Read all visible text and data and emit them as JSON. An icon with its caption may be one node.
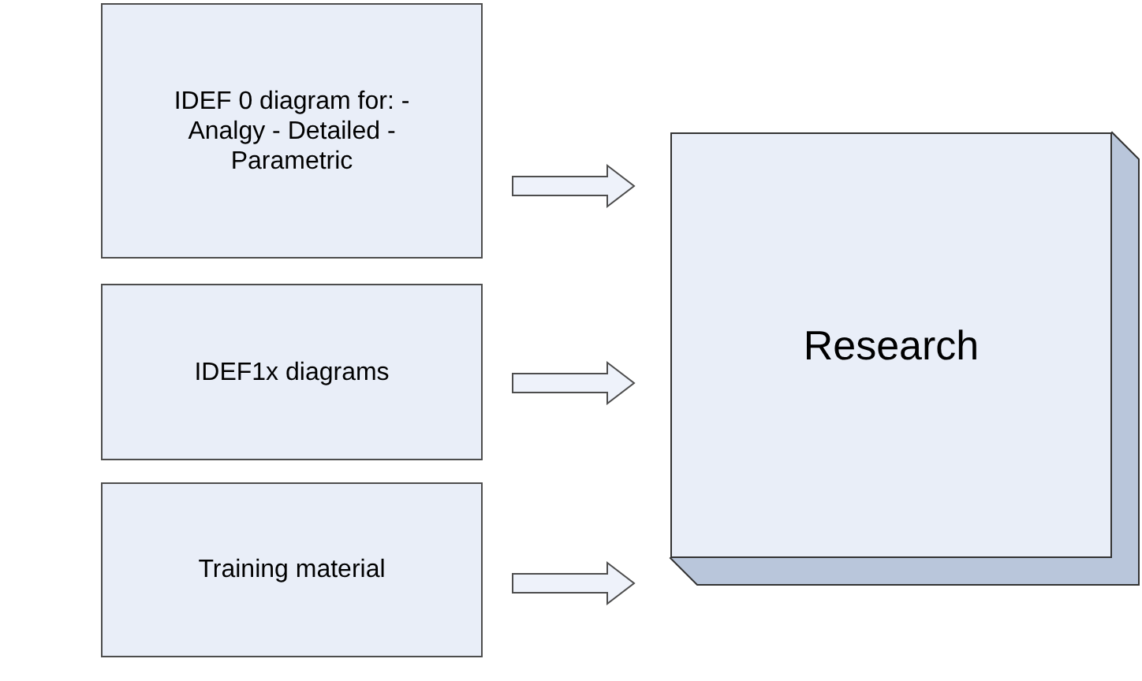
{
  "diagram": {
    "nodes": [
      {
        "text": [
          "IDEF 0 diagram for: - Analgy - Detailed - Parametric"
        ]
      },
      {
        "text": [
          "IDEF1x diagrams"
        ]
      },
      {
        "text": [
          "Training material"
        ]
      },
      {
        "text": [
          "Research"
        ]
      }
    ],
    "edges": [
      {
        "from": 0,
        "to": 3,
        "arrow": "to"
      },
      {
        "from": 1,
        "to": 3,
        "arrow": "to"
      },
      {
        "from": 2,
        "to": 3,
        "arrow": "to"
      }
    ]
  }
}
